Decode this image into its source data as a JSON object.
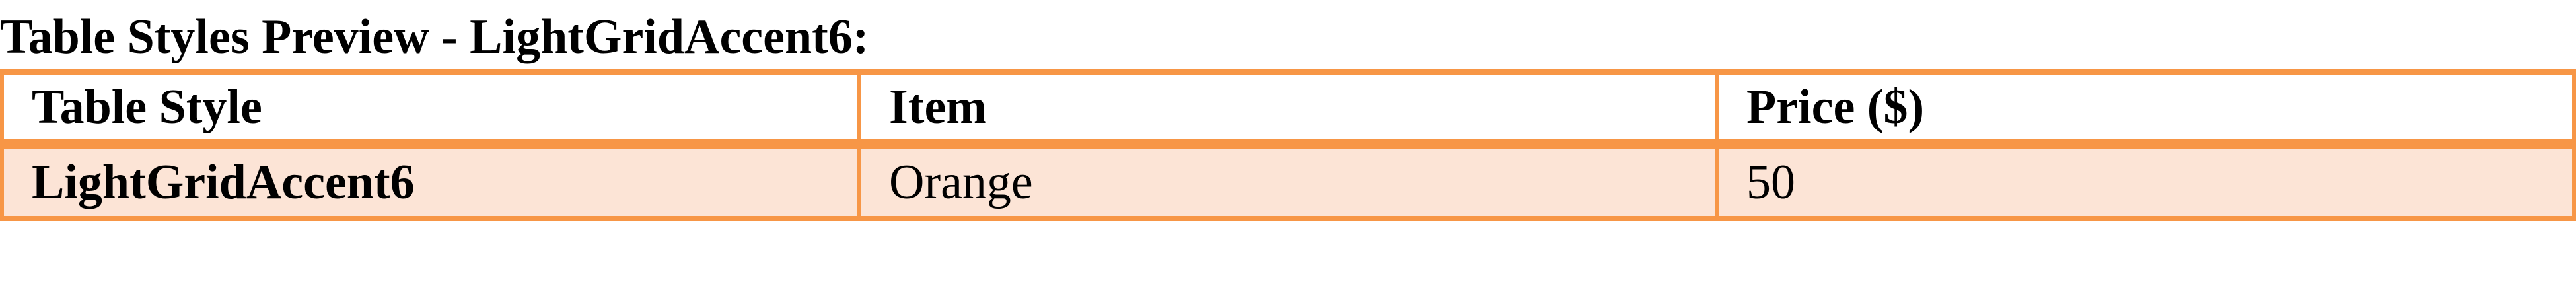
{
  "title": "Table Styles Preview - LightGridAccent6:",
  "table": {
    "headers": [
      "Table Style",
      "Item",
      "Price ($)"
    ],
    "rows": [
      [
        "LightGridAccent6",
        "Orange",
        "50"
      ]
    ]
  },
  "colors": {
    "accent": "#F79646",
    "row_fill": "#FCE4D6"
  }
}
